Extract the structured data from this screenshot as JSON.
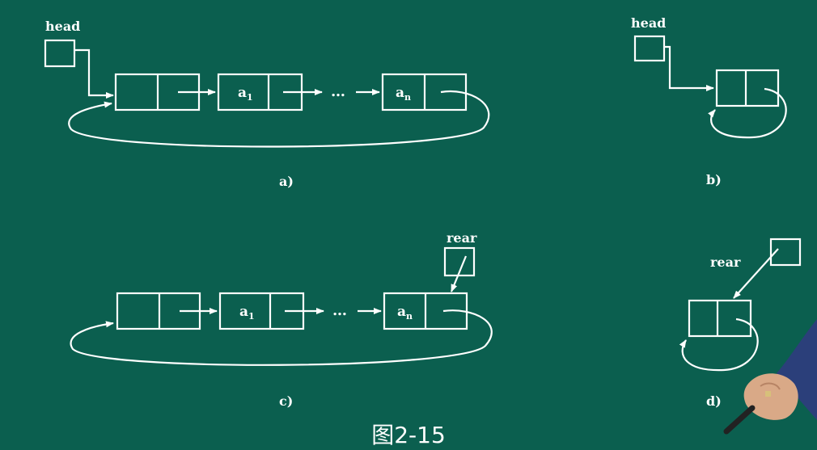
{
  "figure": {
    "caption": "图2-15",
    "colors": {
      "background": "#0b5f4f",
      "stroke": "#ffffff"
    },
    "panels": {
      "a": {
        "label": "a)",
        "head_label": "head",
        "nodes": [
          {
            "data": ""
          },
          {
            "data": "a",
            "sub": "1"
          },
          {
            "data": "a",
            "sub": "n"
          }
        ],
        "ellipsis": "…"
      },
      "b": {
        "label": "b)",
        "head_label": "head",
        "nodes": [
          {
            "data": ""
          }
        ]
      },
      "c": {
        "label": "c)",
        "rear_label": "rear",
        "nodes": [
          {
            "data": ""
          },
          {
            "data": "a",
            "sub": "1"
          },
          {
            "data": "a",
            "sub": "n"
          }
        ],
        "ellipsis": "…"
      },
      "d": {
        "label": "d)",
        "rear_label": "rear",
        "nodes": [
          {
            "data": ""
          }
        ]
      }
    }
  }
}
